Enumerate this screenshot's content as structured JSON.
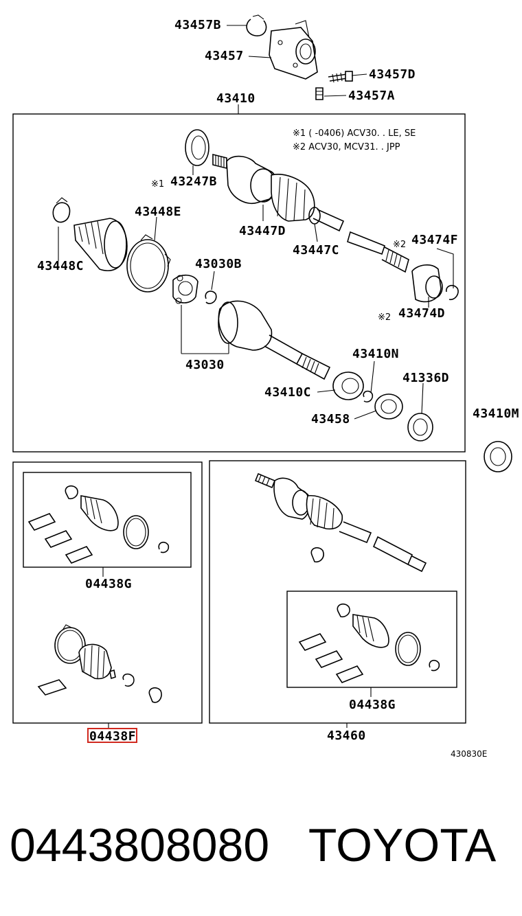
{
  "labels": {
    "p43457B": "43457B",
    "p43457": "43457",
    "p43457D": "43457D",
    "p43457A": "43457A",
    "p43410": "43410",
    "p43247B": "43247B",
    "p43448E": "43448E",
    "p43448C": "43448C",
    "p43447D": "43447D",
    "p43447C": "43447C",
    "p43474F": "43474F",
    "p43474D": "43474D",
    "p43030B": "43030B",
    "p43030": "43030",
    "p43410N": "43410N",
    "p43410C": "43410C",
    "p41336D": "41336D",
    "p43458": "43458",
    "p43410M": "43410M",
    "p04438G_left": "04438G",
    "p04438F": "04438F",
    "p04438G_right": "04438G",
    "p43460": "43460"
  },
  "notes": {
    "note1": "※1 (        -0406) ACV30. . LE, SE",
    "note2": "※2  ACV30, MCV31. . JPP",
    "mark1": "※1",
    "mark2a": "※2",
    "mark2b": "※2"
  },
  "diagram_code": "430830E",
  "footer": {
    "part_number": "0443808080",
    "brand": "TOYOTA"
  },
  "colors": {
    "highlight": "#d0281e",
    "ink": "#000000"
  }
}
